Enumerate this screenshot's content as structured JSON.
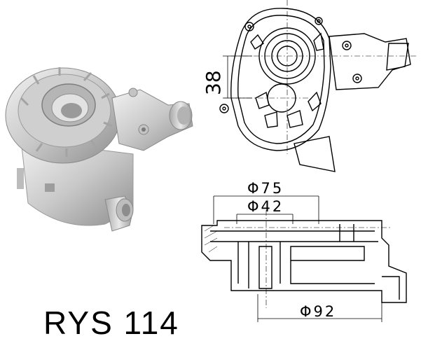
{
  "caption": "RYS 114",
  "dimensions": {
    "offset": "38",
    "outer_diameter": "Φ75",
    "inner_diameter": "Φ42",
    "base_diameter": "Φ92"
  },
  "colors": {
    "line": "#000000",
    "metal_light": "#e6e6e6",
    "metal_mid": "#bdbdbd",
    "metal_dark": "#8a8a8a"
  }
}
